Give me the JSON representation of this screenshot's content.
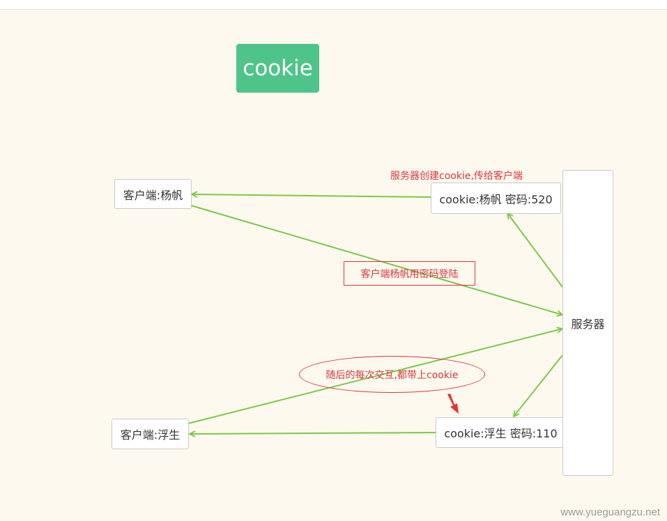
{
  "title": "cookie",
  "nodes": {
    "client_yangfan": "客户端:杨帆",
    "client_fusheng": "客户端:浮生",
    "cookie_yangfan": "cookie:杨帆 密码:520",
    "cookie_fusheng": "cookie:浮生 密码:110",
    "server": "服务器"
  },
  "notes": {
    "server_creates_cookie": "服务器创建cookie,传给客户端",
    "client_login": "客户端杨帆用密码登陆",
    "subsequent_interactions": "随后的每次交互,都带上cookie"
  },
  "colors": {
    "arrow_green": "#7ac943",
    "note_red": "#d9363e",
    "badge_green": "#4ec48a"
  },
  "watermark": "www.yueguangzu.net"
}
